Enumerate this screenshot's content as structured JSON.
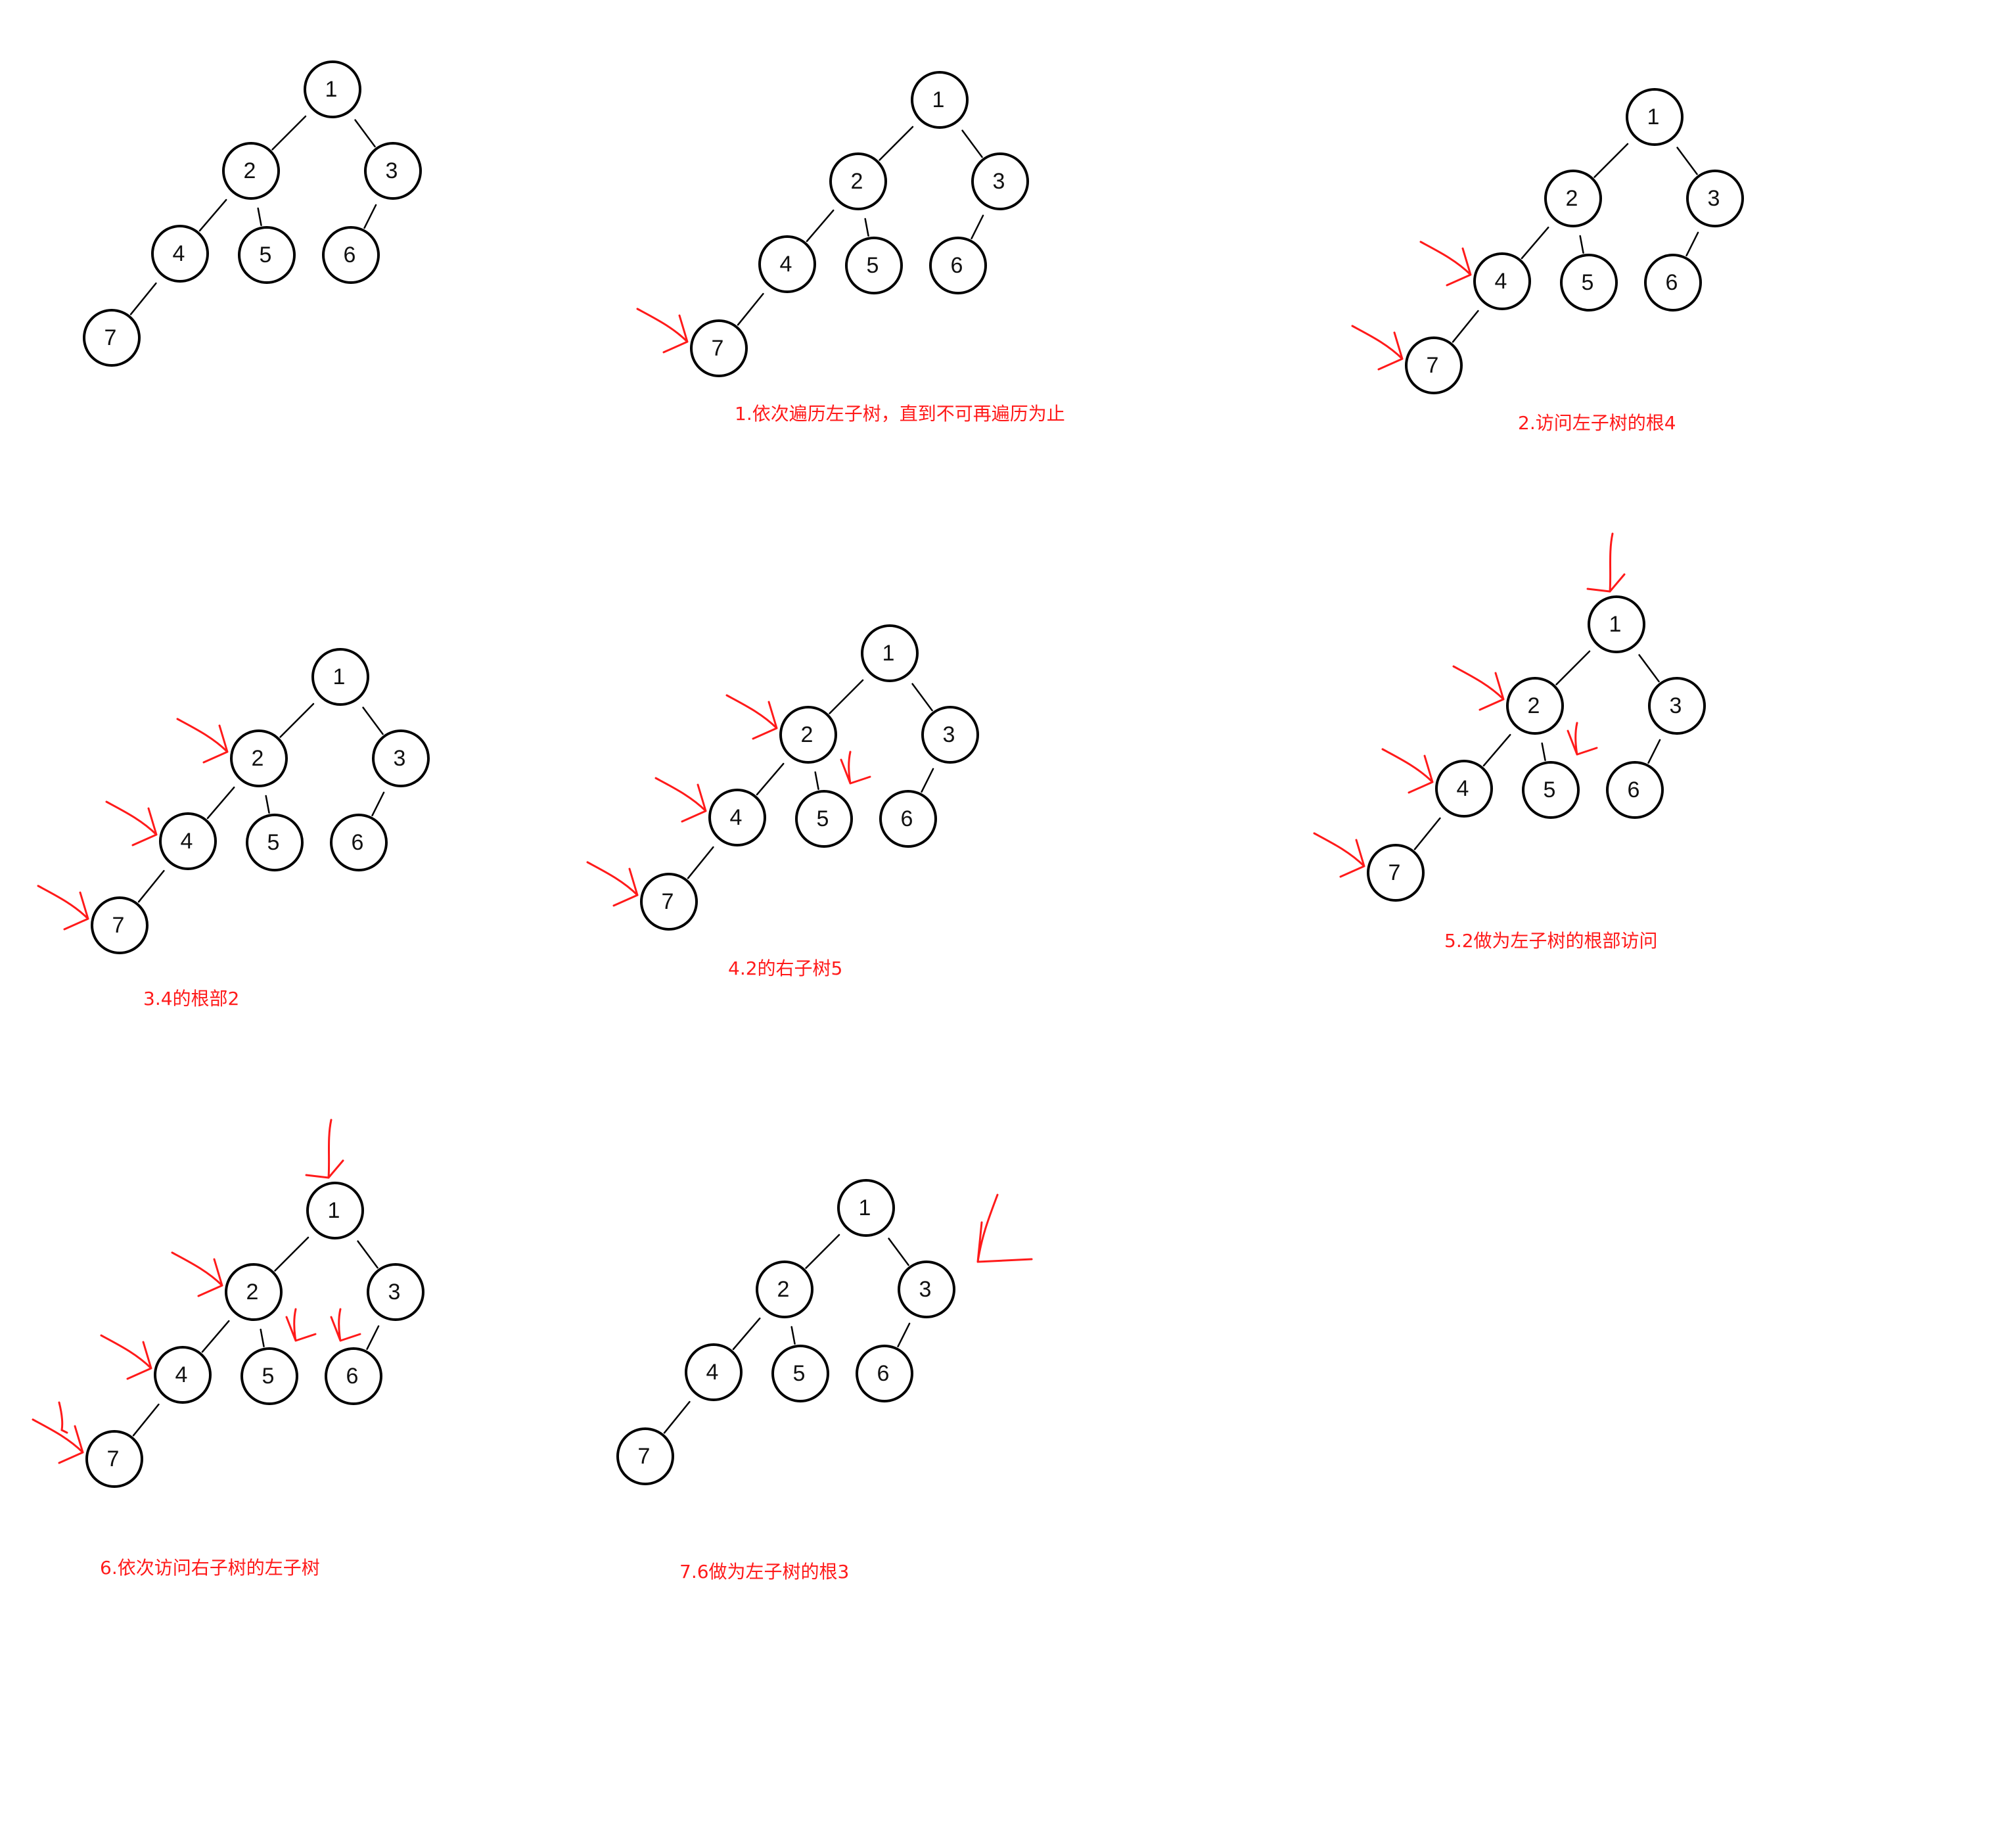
{
  "colors": {
    "ink": "#000000",
    "accent": "#ff1a1a",
    "background": "#ffffff"
  },
  "tree": {
    "nodes": [
      "1",
      "2",
      "3",
      "4",
      "5",
      "6",
      "7"
    ],
    "edges": [
      [
        "1",
        "2"
      ],
      [
        "1",
        "3"
      ],
      [
        "2",
        "4"
      ],
      [
        "2",
        "5"
      ],
      [
        "3",
        "6"
      ],
      [
        "4",
        "7"
      ]
    ]
  },
  "panels": [
    {
      "caption": "",
      "marks": []
    },
    {
      "caption": "1.依次遍历左子树，直到不可再遍历为止",
      "marks": [
        "arrow-to-7"
      ]
    },
    {
      "caption": "2.访问左子树的根4",
      "marks": [
        "arrow-to-4",
        "arrow-to-7"
      ]
    },
    {
      "caption": "3.4的根部2",
      "marks": [
        "arrow-to-2",
        "arrow-to-4",
        "arrow-to-7"
      ]
    },
    {
      "caption": "4.2的右子树5",
      "marks": [
        "arrow-to-2",
        "arrow-to-4",
        "arrow-to-5",
        "arrow-to-7"
      ]
    },
    {
      "caption": "5.2做为左子树的根部访问",
      "marks": [
        "arrow-to-1",
        "arrow-to-2",
        "arrow-to-4",
        "arrow-to-5",
        "arrow-to-7"
      ]
    },
    {
      "caption": "6.依次访问右子树的左子树",
      "marks": [
        "arrow-to-1",
        "arrow-to-2",
        "arrow-to-4",
        "arrow-to-5",
        "arrow-to-6",
        "arrow-to-7"
      ]
    },
    {
      "caption": "7.6做为左子树的根3",
      "marks": [
        "arrow-to-3"
      ]
    }
  ]
}
